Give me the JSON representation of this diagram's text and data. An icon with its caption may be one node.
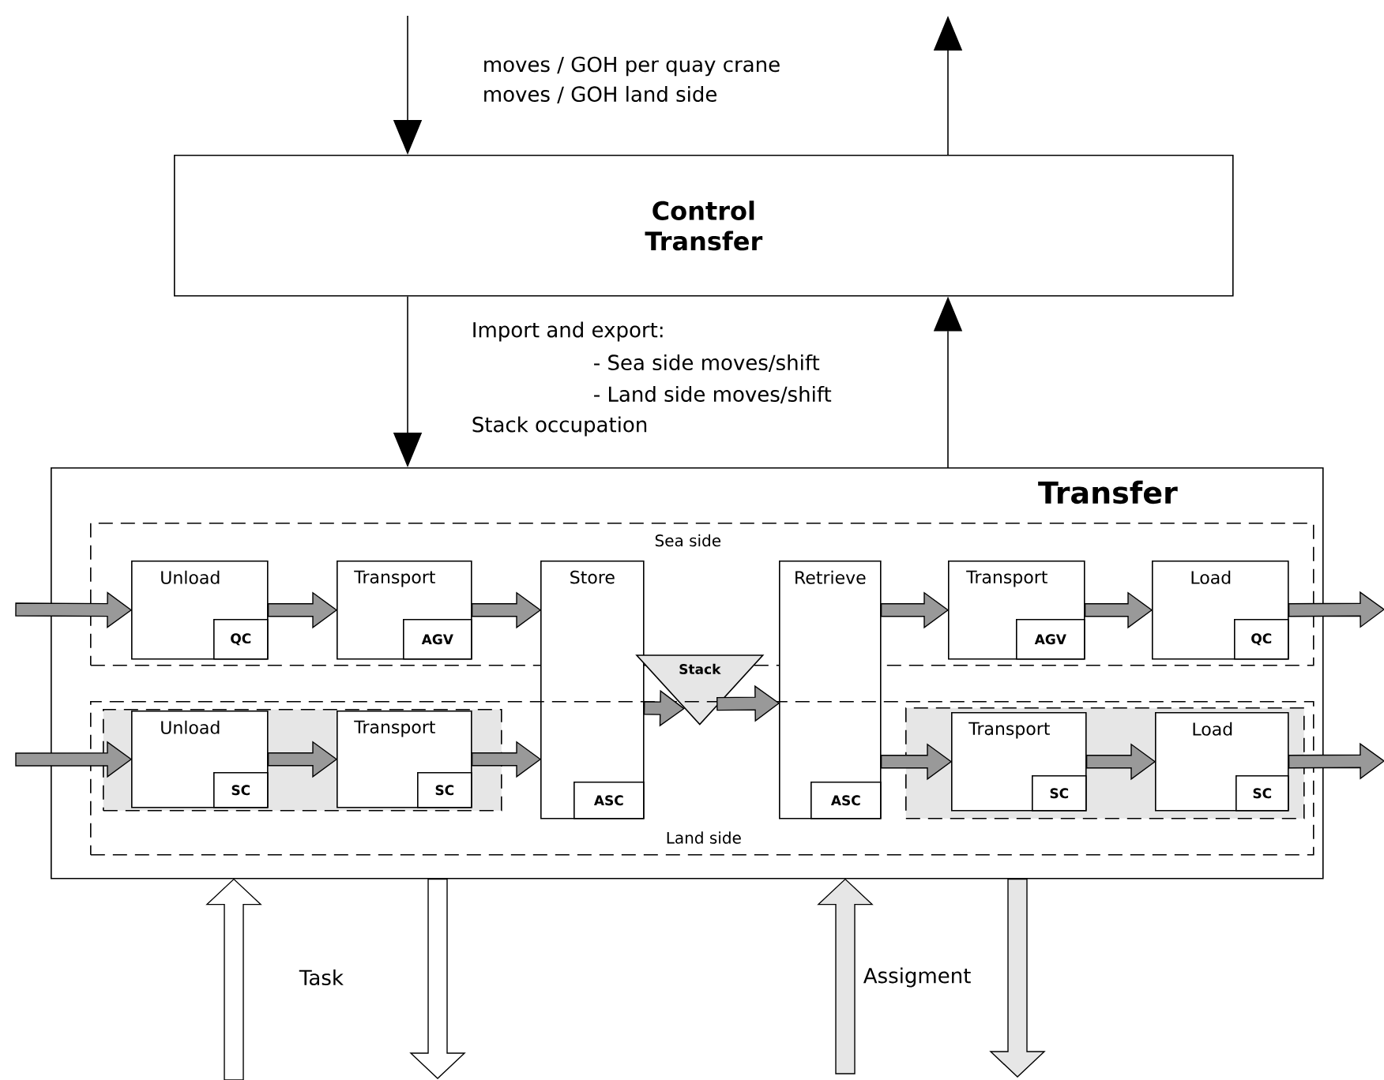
{
  "diagram": {
    "nodes": [
      {
        "text": [
          "Control Transfer"
        ]
      },
      {
        "text": [
          "Transfer"
        ]
      },
      {
        "text": [
          "Sea side"
        ],
        "in": 1
      },
      {
        "text": [
          "Unload"
        ],
        "in": 2
      },
      {
        "text": [
          "QC"
        ],
        "in": 3
      },
      {
        "text": [
          "Transport"
        ],
        "in": 2
      },
      {
        "text": [
          "AGV"
        ],
        "in": 5
      },
      {
        "text": [
          "Store"
        ],
        "in": 1
      },
      {
        "text": [
          "ASC"
        ]
      },
      {
        "text": [
          "Retrieve"
        ],
        "in": 1
      },
      {
        "text": [
          "ASC"
        ]
      },
      {
        "text": [
          "Transport"
        ],
        "in": 2
      },
      {
        "text": [
          "AGV"
        ],
        "in": 11
      },
      {
        "text": [
          "Load"
        ],
        "in": 2
      },
      {
        "text": [
          "QC"
        ],
        "in": 13
      },
      {
        "text": [
          "Stack"
        ],
        "in": 1
      },
      {
        "text": [
          "Land side"
        ],
        "in": 1
      },
      {
        "text": [],
        "shape": "box",
        "in": 16
      },
      {
        "text": [
          "Unload"
        ],
        "in": 17
      },
      {
        "text": [
          "SC"
        ],
        "in": 18
      },
      {
        "text": [
          "Transport"
        ],
        "in": 17
      },
      {
        "text": [
          "SC"
        ],
        "in": 20
      },
      {
        "text": [],
        "shape": "box",
        "in": 16
      },
      {
        "text": [
          "Transport"
        ],
        "in": 22
      },
      {
        "text": [
          "SC"
        ],
        "in": 23
      },
      {
        "text": [
          "Load"
        ],
        "in": 22
      },
      {
        "text": [
          "SC"
        ],
        "in": 25
      }
    ],
    "edges": [
      {
        "from": null,
        "to": 0,
        "arrow": "to"
      },
      {
        "from": 0,
        "to": null,
        "arrow": "to"
      },
      {
        "from": 0,
        "to": 1,
        "arrow": "to"
      },
      {
        "from": 1,
        "to": 0,
        "arrow": "to"
      },
      {
        "from": null,
        "to": 3,
        "arrow": "to",
        "style": "thick",
        "color": "#999999"
      },
      {
        "from": 3,
        "to": 5,
        "arrow": "to",
        "style": "thick",
        "color": "#999999"
      },
      {
        "from": 5,
        "to": 7,
        "arrow": "to",
        "style": "thick",
        "color": "#999999"
      },
      {
        "from": 9,
        "to": 11,
        "arrow": "to",
        "style": "thick",
        "color": "#999999"
      },
      {
        "from": 11,
        "to": 13,
        "arrow": "to",
        "style": "thick",
        "color": "#999999"
      },
      {
        "from": 13,
        "to": null,
        "arrow": "to",
        "style": "thick",
        "color": "#999999"
      },
      {
        "from": 7,
        "to": 15,
        "arrow": "to",
        "style": "thick",
        "color": "#999999"
      },
      {
        "from": 15,
        "to": 9,
        "arrow": "to",
        "style": "thick",
        "color": "#999999"
      },
      {
        "from": null,
        "to": 18,
        "arrow": "to",
        "style": "thick",
        "color": "#999999"
      },
      {
        "from": 18,
        "to": 20,
        "arrow": "to",
        "style": "thick",
        "color": "#999999"
      },
      {
        "from": 20,
        "to": 7,
        "arrow": "to",
        "style": "thick",
        "color": "#999999"
      },
      {
        "from": 9,
        "to": 23,
        "arrow": "to",
        "style": "thick",
        "color": "#999999"
      },
      {
        "from": 23,
        "to": 25,
        "arrow": "to",
        "style": "thick",
        "color": "#999999"
      },
      {
        "from": 25,
        "to": null,
        "arrow": "to",
        "style": "thick",
        "color": "#999999"
      },
      {
        "from": null,
        "to": 1,
        "arrow": "to",
        "style": "thick",
        "color": "#ffffff"
      },
      {
        "from": 1,
        "to": null,
        "arrow": "to",
        "style": "thick",
        "color": "#ffffff"
      },
      {
        "from": null,
        "to": 1,
        "arrow": "to",
        "style": "thick",
        "color": "#e6e6e6"
      },
      {
        "from": 1,
        "to": null,
        "arrow": "to",
        "style": "thick",
        "color": "#e6e6e6"
      }
    ],
    "labels": [
      "moves / GOH per quay crane",
      "moves / GOH land side",
      "Import and export:",
      "- Sea side moves/shift",
      "- Land side moves/shift",
      "Stack occupation",
      "Task",
      "Assigment"
    ]
  }
}
